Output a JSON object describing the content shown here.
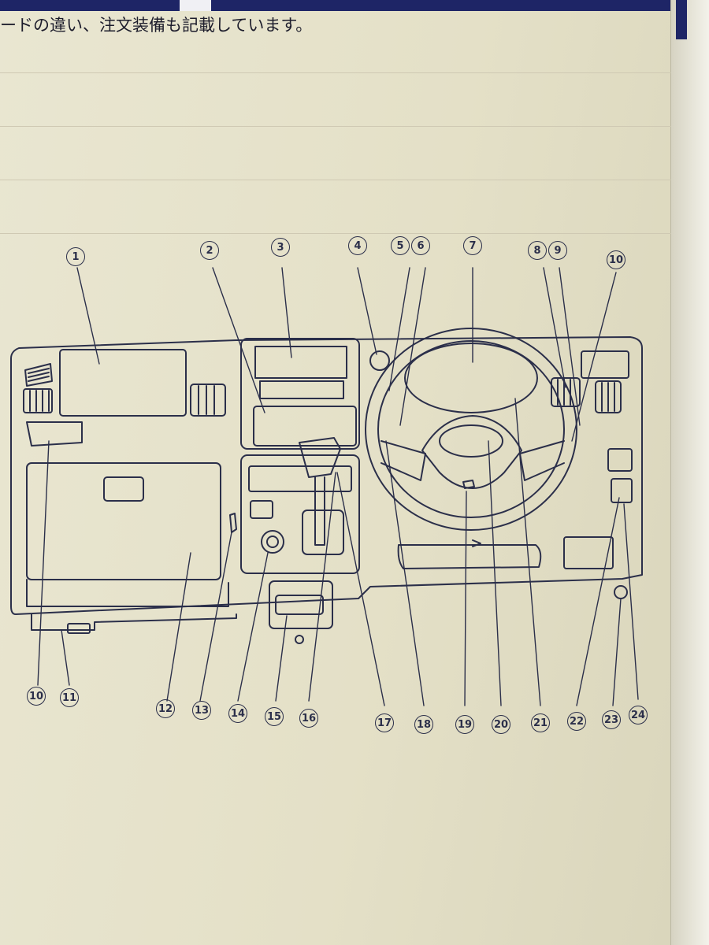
{
  "intro_text": "ードの違い、注文装備も記載しています。",
  "callouts": {
    "c1": "1",
    "c2": "2",
    "c3": "3",
    "c4": "4",
    "c5": "5",
    "c6": "6",
    "c7": "7",
    "c8": "8",
    "c9": "9",
    "c10a": "10",
    "c10b": "10",
    "c11": "11",
    "c12": "12",
    "c13": "13",
    "c14": "14",
    "c15": "15",
    "c16": "16",
    "c17": "17",
    "c18": "18",
    "c19": "19",
    "c20": "20",
    "c21": "21",
    "c22": "22",
    "c23": "23",
    "c24": "24"
  },
  "colors": {
    "ink": "#2b2f4a",
    "paper": "#e6e2cb",
    "header_blue": "#1e2566"
  }
}
